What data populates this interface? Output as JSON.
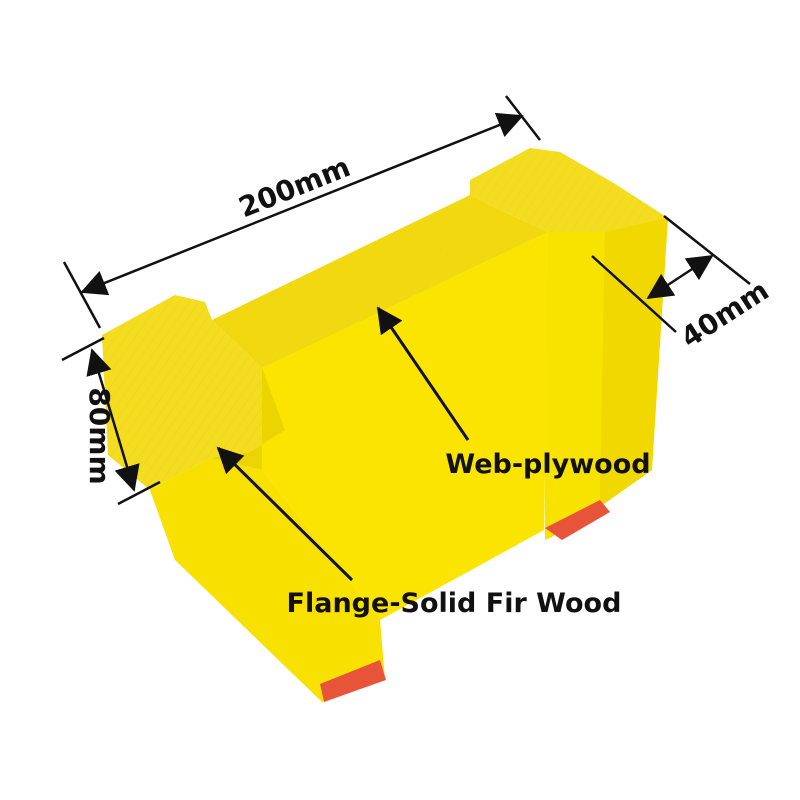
{
  "dimensions": {
    "length": "200mm",
    "width": "40mm",
    "height": "80mm"
  },
  "callouts": {
    "web": "Web-plywood",
    "flange": "Flange-Solid Fir Wood"
  },
  "colors": {
    "wood_yellow": "#f6e000",
    "end_cap_red": "#e8543a",
    "ink": "#111111"
  }
}
